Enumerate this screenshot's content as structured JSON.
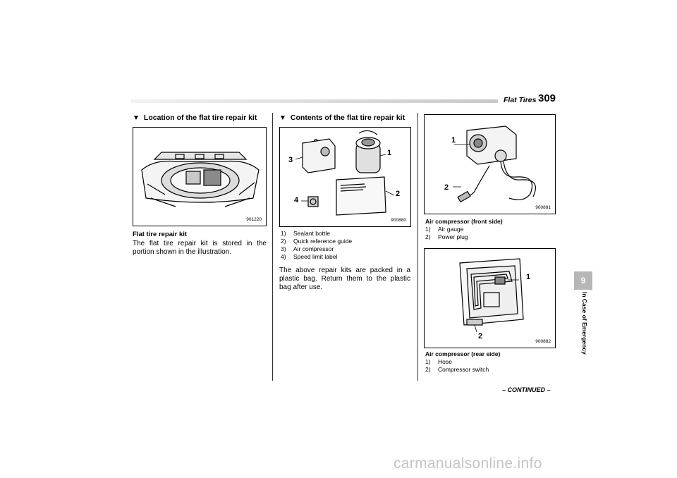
{
  "header": {
    "section_title": "Flat Tires",
    "page_number": "309"
  },
  "col1": {
    "heading_marker": "▼",
    "heading": "Location of the flat tire repair kit",
    "figure_code": "901220",
    "caption": "Flat tire repair kit",
    "body": "The flat tire repair kit is stored in the portion shown in the illustration."
  },
  "col2": {
    "heading_marker": "▼",
    "heading": "Contents of the flat tire repair kit",
    "figure_code": "900880",
    "callouts": [
      "1",
      "2",
      "3",
      "4"
    ],
    "items": [
      {
        "num": "1)",
        "label": "Sealant bottle"
      },
      {
        "num": "2)",
        "label": "Quick reference guide"
      },
      {
        "num": "3)",
        "label": "Air compressor"
      },
      {
        "num": "4)",
        "label": "Speed limit label"
      }
    ],
    "body": "The above repair kits are packed in a plastic bag. Return them to the plastic bag after use."
  },
  "col3": {
    "fig_front": {
      "figure_code": "900881",
      "callouts": [
        "1",
        "2"
      ],
      "caption": "Air compressor (front side)",
      "items": [
        {
          "num": "1)",
          "label": "Air gauge"
        },
        {
          "num": "2)",
          "label": "Power plug"
        }
      ]
    },
    "fig_rear": {
      "figure_code": "900882",
      "callouts": [
        "1",
        "2"
      ],
      "caption": "Air compressor (rear side)",
      "items": [
        {
          "num": "1)",
          "label": "Hose"
        },
        {
          "num": "2)",
          "label": "Compressor switch"
        }
      ]
    }
  },
  "side_tab": {
    "number": "9",
    "label": "In Case of Emergency"
  },
  "footer": {
    "continued": "– CONTINUED –"
  },
  "watermark": "carmanualsonline.info"
}
